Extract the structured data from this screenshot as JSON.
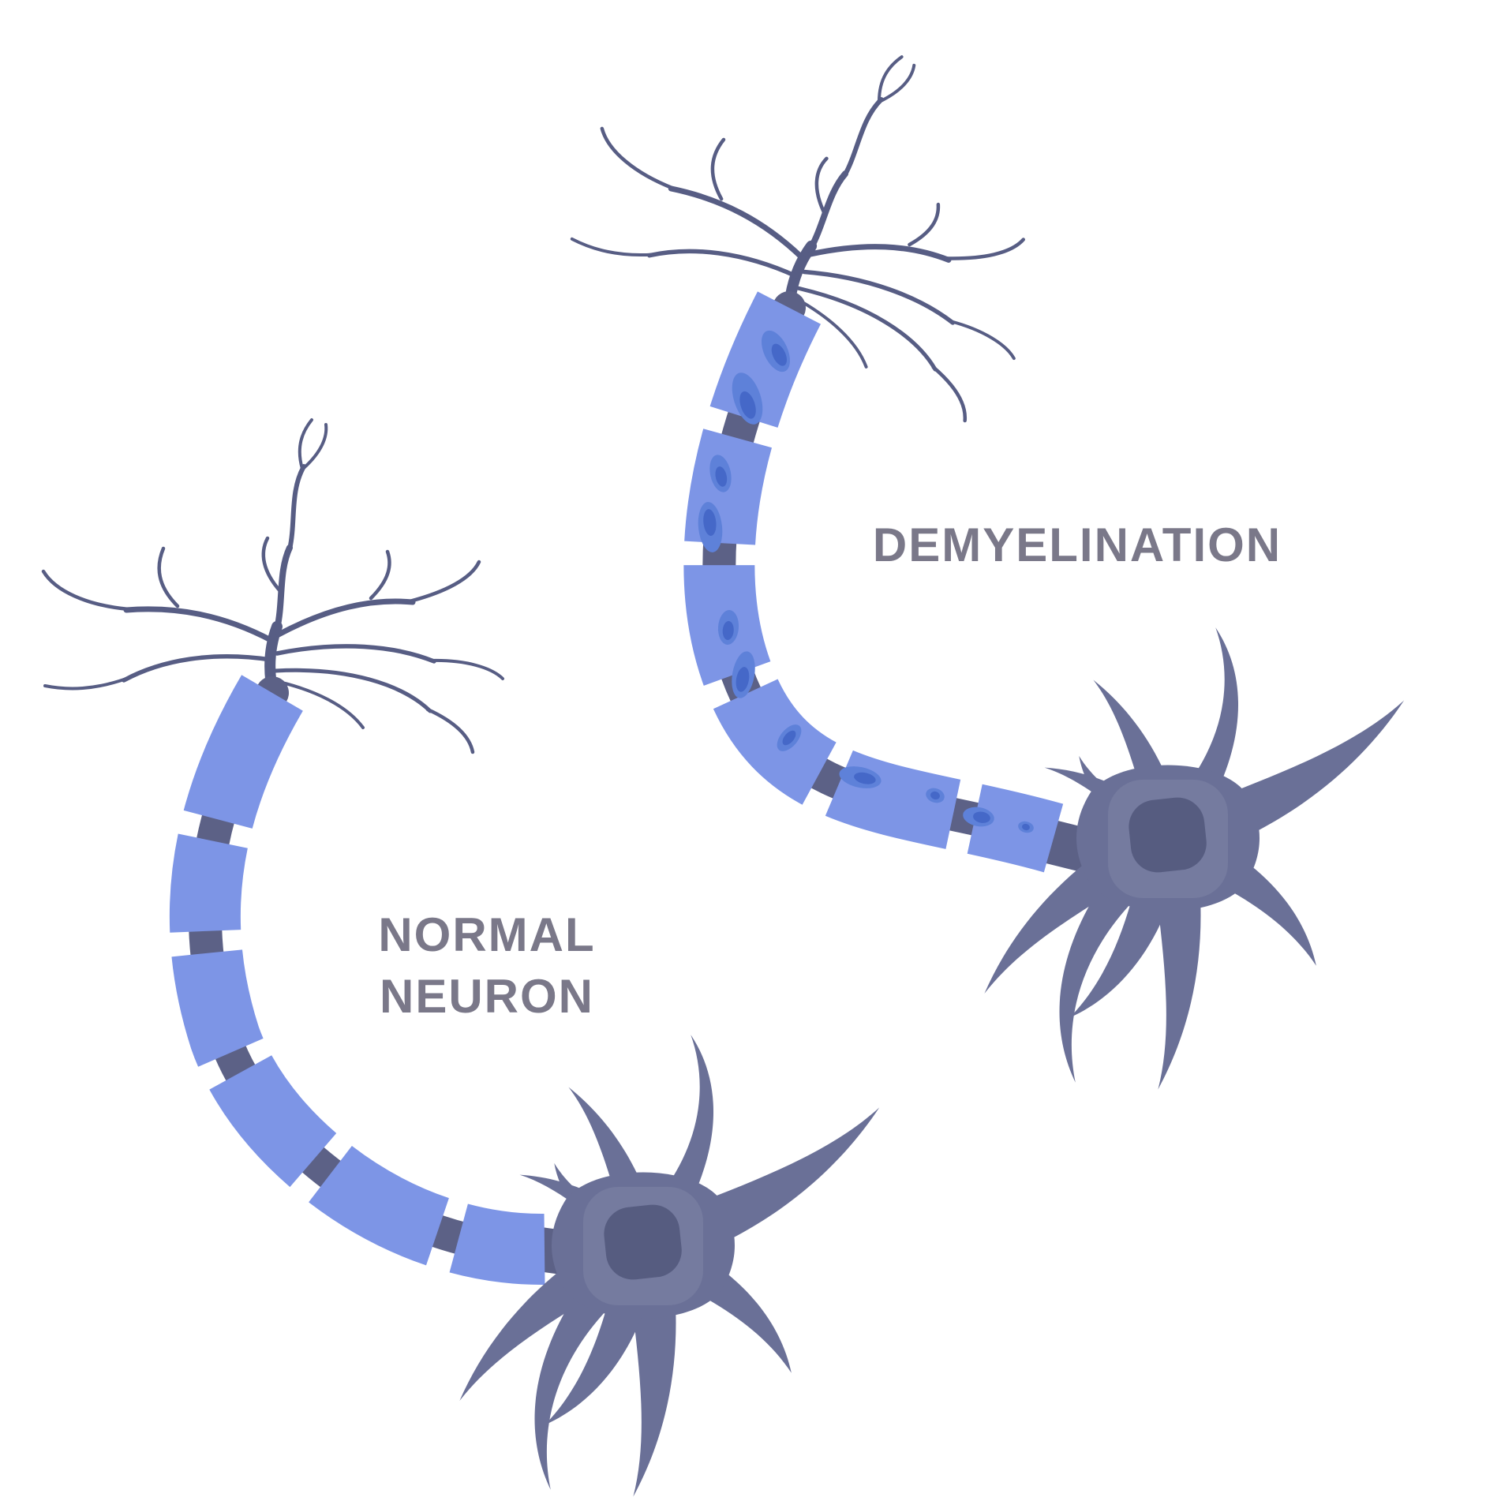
{
  "labels": {
    "demyelination": "DEMYELINATION",
    "normal_line1": "NORMAL",
    "normal_line2": "NEURON"
  },
  "colors": {
    "myelin": "#7d95e6",
    "axon_core": "#5c6186",
    "branch": "#575d84",
    "soma_body": "#6a7097",
    "soma_inner": "#757b9f",
    "nucleus": "#565c80",
    "lesion_outer": "#5e81d9",
    "lesion_core": "#4568c8",
    "label_text": "#7a7889",
    "background": "#ffffff"
  },
  "neurons": [
    {
      "id": "normal-neuron",
      "label": "NORMAL NEURON",
      "myelin_state": "intact",
      "myelin_segments": 6,
      "lesions": 0
    },
    {
      "id": "demyelinated-neuron",
      "label": "DEMYELINATION",
      "myelin_state": "damaged",
      "myelin_segments": 6,
      "lesions": 11
    }
  ]
}
